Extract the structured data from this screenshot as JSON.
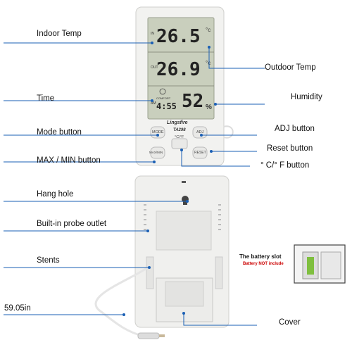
{
  "labels": {
    "indoor_temp": "Indoor Temp",
    "outdoor_temp": "Outdoor Temp",
    "time": "Time",
    "humidity": "Humidity",
    "mode_button": "Mode button",
    "adj_button": "ADJ button",
    "reset_button": "Reset button",
    "max_min_button": "MAX / MIN button",
    "c_f_button": "° C/° F button",
    "hang_hole": "Hang hole",
    "probe_outlet": "Built-in probe outlet",
    "stents": "Stents",
    "cover": "Cover",
    "cable_length": "59.05in",
    "battery_slot": "The battery slot",
    "battery_note": "Battery NOT include"
  },
  "display": {
    "in_tag": "IN",
    "out_tag": "OUT",
    "am_tag": "AM",
    "indoor_value": "26.5",
    "outdoor_value": "26.9",
    "time_value": "4:55",
    "humidity_value": "52",
    "unit_c": "°c",
    "unit_pct": "%",
    "comfort": "COMFORT"
  },
  "device": {
    "brand": "Lingsfire",
    "model": "TA298",
    "mode_btn": "MODE",
    "adj_btn": "ADJ",
    "maxmin_btn": "MAX/MIN",
    "reset_btn": "RESET",
    "cf_btn": "°C/°F"
  },
  "colors": {
    "lcd": "#c9cfbd",
    "body": "#f1f1ef",
    "line": "#1a5fb4"
  }
}
